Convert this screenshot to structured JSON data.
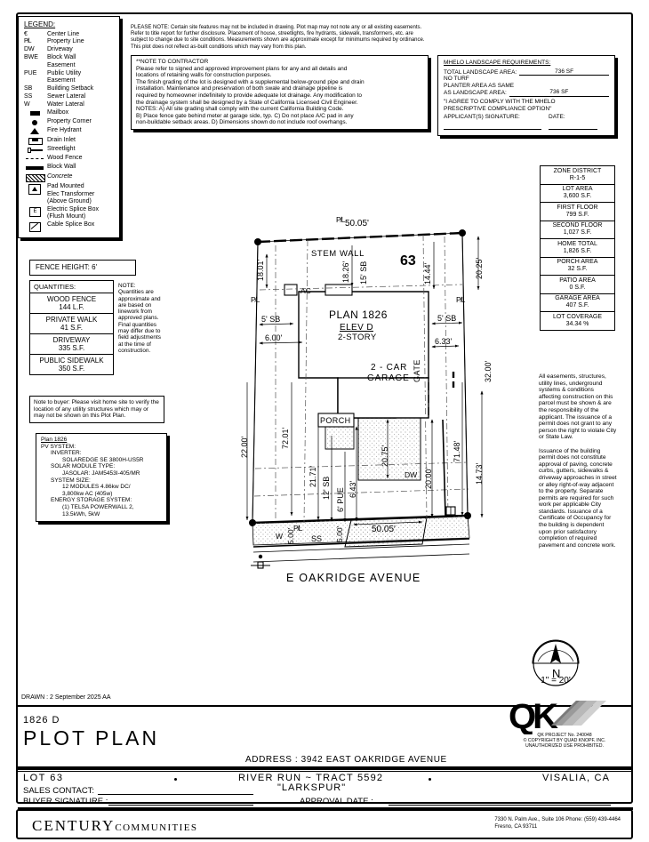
{
  "legend": {
    "title": "LEGEND:",
    "items": [
      {
        "sym": "℄",
        "label": "Center Line",
        "icon": "centerline-icon"
      },
      {
        "sym": "P̸L",
        "label": "Property Line",
        "icon": "propertyline-icon"
      },
      {
        "sym": "DW",
        "label": "Driveway",
        "icon": "driveway-icon"
      },
      {
        "sym": "BWE",
        "label": "Block Wall",
        "label2": "Easement",
        "icon": "blockwall-easement-icon"
      },
      {
        "sym": "PUE",
        "label": "Public Utility",
        "label2": "Easement",
        "icon": "pue-icon"
      },
      {
        "sym": "SB",
        "label": "Building Setback",
        "icon": "setback-icon"
      },
      {
        "sym": "SS",
        "label": "Sewer Lateral",
        "icon": "sewer-icon"
      },
      {
        "sym": "W",
        "label": "Water Lateral",
        "icon": "water-icon"
      },
      {
        "sym": "",
        "label": "Mailbox",
        "icon": "mailbox-icon"
      },
      {
        "sym": "",
        "label": "Property Corner",
        "icon": "property-corner-icon"
      },
      {
        "sym": "",
        "label": "Fire Hydrant",
        "icon": "fire-hydrant-icon"
      },
      {
        "sym": "",
        "label": "Drain Inlet",
        "icon": "drain-inlet-icon"
      },
      {
        "sym": "",
        "label": "Streetlight",
        "icon": "streetlight-icon"
      },
      {
        "sym": "",
        "label": "Wood Fence",
        "icon": "wood-fence-icon"
      },
      {
        "sym": "",
        "label": "Block Wall",
        "icon": "block-wall-icon"
      },
      {
        "sym": "",
        "label": "Concrete",
        "icon": "concrete-icon"
      },
      {
        "sym": "",
        "label": "Pad Mounted",
        "label2": "Elec Transformer",
        "label3": "(Above Ground)",
        "icon": "pad-transformer-icon"
      },
      {
        "sym": "",
        "label": "Electric Splice Box",
        "label2": "(Flush Mount)",
        "icon": "electric-splice-box-icon"
      },
      {
        "sym": "",
        "label": "Cable Splice Box",
        "icon": "cable-splice-box-icon"
      }
    ]
  },
  "top_note": "PLEASE NOTE:  Certain site features may not be included in drawing.  Plot map may not note any or all existing easements. Refer to title report for further disclosure.  Placement of house, streetlights, fire hydrants, sidewalk, transformers, etc. are subject to change due to site conditions.  Measurements shown are approximate except for minimums required by ordinance.  This plot does not reflect as-built conditions which may vary from this plan.",
  "contractor_note": {
    "title": "**NOTE TO CONTRACTOR",
    "lines": [
      "Please refer to signed and approved improvement plans for any and all details and",
      "locations of retaining walls for construction purposes.",
      "The finish grading of the lot is designed with a supplemental below-ground pipe and drain",
      "installation. Maintenance and preservation of both swale and drainage pipeline is",
      "required by homeowner indefinitely to provide adequate lot drainage.  Any modification to",
      "the drainage system shall be designed by a State of California Licensed Civil Engineer.",
      "NOTES:   A) All site grading shall comply with the current California Building Code.",
      "B) Place fence gate behind meter at garage side, typ.  C) Do not place A/C pad in any",
      "non-buildable setback areas.  D) Dimensions shown do not include roof overhangs."
    ]
  },
  "mhelo": {
    "title": "MHELO LANDSCAPE REQUIREMENTS:",
    "total_label": "TOTAL LANDSCAPE AREA:",
    "total_value": "736 SF",
    "no_turf": "NO TURF",
    "planter_line1": "PLANTER AREA AS SAME",
    "planter_line2": "AS LANDSCAPE AREA:",
    "planter_value": "736 SF",
    "agree_line1": "\"I AGREE TO COMPLY WITH THE MHELO",
    "agree_line2": "PRESCRIPTIVE COMPLIANCE OPTION\"",
    "signature_label": "APPLICANT(S) SIGNATURE:",
    "date_label": "DATE:"
  },
  "zone_table": [
    {
      "key": "ZONE DISTRICT",
      "value": "R-1-5"
    },
    {
      "key": "LOT AREA",
      "value": "3,600 S.F."
    },
    {
      "key": "FIRST FLOOR",
      "value": "799 S.F."
    },
    {
      "key": "SECOND FLOOR",
      "value": "1,027 S.F."
    },
    {
      "key": "HOME TOTAL",
      "value": "1,826 S.F."
    },
    {
      "key": "PORCH AREA",
      "value": "32 S.F."
    },
    {
      "key": "PATIO AREA",
      "value": "0 S.F."
    },
    {
      "key": "GARAGE AREA",
      "value": "407 S.F."
    },
    {
      "key": "LOT COVERAGE",
      "value": "34.34 %"
    }
  ],
  "easement_note": "All easements, structures, utility lines, underground systems & conditions affecting construction on this parcel must be shown & are the responsibility of the applicant. The issuance of a permit does not grant to any person the right to violate City or State Law.\n\nIssuance of the building permit does not constitute approval of paving, concrete curbs, gutters, sidewalks & driveway approaches in street or alley right-of-way adjacent to the property. Separate permits are required for such work per applicable City standards. Issuance of a Certificate of Occupancy for the building is dependent upon prior satisfactory completion of required pavement and concrete work.",
  "fence_height": "FENCE HEIGHT: 6'",
  "quantities": {
    "title": "QUANTITIES:",
    "rows": [
      {
        "key": "WOOD FENCE",
        "value": "144 L.F."
      },
      {
        "key": "PRIVATE WALK",
        "value": "41 S.F."
      },
      {
        "key": "DRIVEWAY",
        "value": "335 S.F."
      },
      {
        "key": "PUBLIC SIDEWALK",
        "value": "350 S.F."
      }
    ],
    "note_title": "NOTE:",
    "note": "Quantities are approximate and are based on linework from approved plans. Final quantities may differ due to field adjustments at the time of construction."
  },
  "buyer_note": "Note to buyer: Please visit home site to verify the location of any utility structures which may or may not be shown on this Plot Plan.",
  "pv": {
    "title": "Plan 1826",
    "system": "PV SYSTEM:",
    "inverter_label": "INVERTER:",
    "inverter_value": "SOLAREDGE SE 3800H-US5R",
    "module_label": "SOLAR MODULE TYPE:",
    "module_value": "JASOLAR: JAM5453I-405/MR",
    "size_label": "SYSTEM SIZE:",
    "size_value1": "12 MODULES 4.86kw DC/",
    "size_value2": "3,800kw AC (405w)",
    "storage_label": "ENERGY STORAGE SYSTEM:",
    "storage_value1": "(1) TELSA POWERWALL 2,",
    "storage_value2": "13.5kWh, 5kW"
  },
  "plot": {
    "lot_number": "63",
    "plan_label": "PLAN 1826",
    "elev_label": "ELEV D",
    "story_label": "2-STORY",
    "garage_label": "2 - CAR",
    "garage_label2": "GARAGE",
    "porch_label": "PORCH",
    "stem_wall": "STEM WALL",
    "ac_label": "AC",
    "gate_label": "GATE",
    "dw_label": "DW",
    "ss_label": "SS",
    "w_label": "W",
    "pl_label": "P̸L",
    "street": "E OAKRIDGE AVENUE",
    "dims": {
      "top": "50.05'",
      "bottom": "50.05'",
      "left_upper": "18.01'",
      "left_18_26": "18.26'",
      "sb15": "15' SB",
      "d14_44": "14.44'",
      "right_20_25": "20.25'",
      "sb5_left": "5' SB",
      "d6_00": "6.00'",
      "sb5_right": "5' SB",
      "d6_33": "6.33'",
      "right_32_00": "32.00'",
      "left_32_00": "32.00'",
      "d72_01": "72.01'",
      "d71_48": "71.48'",
      "d22_00": "22.00'",
      "d21_71": "21.71'",
      "sb12": "12' SB",
      "pue6": "6' PUE",
      "d6_43": "6.43'",
      "d20_75": "20.75'",
      "d20_00": "20.00'",
      "d14_73": "14.73'",
      "d5_00a": "5.00'",
      "d5_00b": "5.00'"
    }
  },
  "north": {
    "label": "N"
  },
  "scale": "1\" = 20'",
  "title_block": {
    "drawn": "DRAWN :  2 September 2025   AA",
    "plan_no": "1826  D",
    "title": "PLOT PLAN",
    "address": "ADDRESS :  3942 EAST OAKRIDGE AVENUE",
    "lot": "LOT 63",
    "tract": "RIVER RUN ~ TRACT 5592",
    "subdivision": "\"LARKSPUR\"",
    "city": "VISALIA, CA",
    "sales_contact": "SALES CONTACT:",
    "buyer_signature": "BUYER SIGNATURE :",
    "approval_date": "APPROVAL DATE :"
  },
  "qk": {
    "logo": "QK",
    "project": "QK PROJECT No. 240048",
    "copyright": "©  COPYRIGHT BY QUAD KNOPF, INC.",
    "unauthorized": "UNAUTHORIZED USE PROHIBITED."
  },
  "century": {
    "name_big": "CENTURY",
    "name_small": "COMMUNITIES",
    "addr1": "7330 N. Palm Ave., Suite 106   Phone:  (559) 439-4464",
    "addr2": "Fresno, CA  93711"
  }
}
